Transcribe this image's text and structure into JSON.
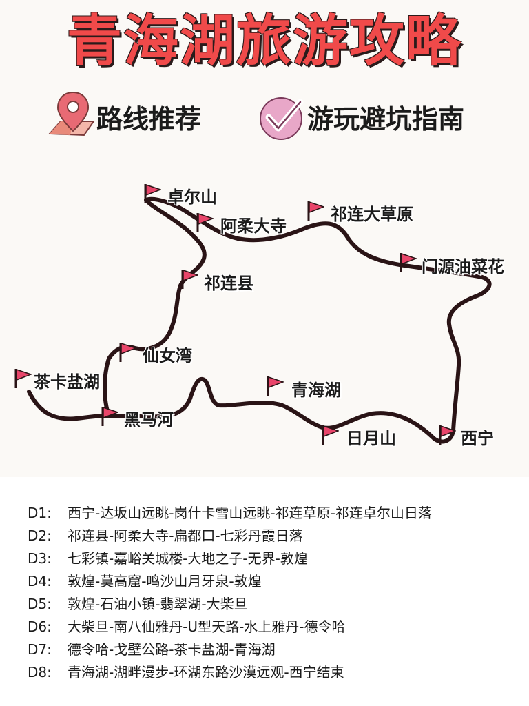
{
  "header": {
    "title": "青海湖旅游攻略",
    "subtitle_left": "路线推荐",
    "subtitle_right": "游玩避坑指南",
    "left_icon": "map-pin-icon",
    "right_icon": "checkmark-icon"
  },
  "colors": {
    "title_red": "#f04a4a",
    "flag_pink": "#e8456a",
    "route_dark": "#2a1416"
  },
  "map": {
    "flag_icon": "flag-icon",
    "places": [
      {
        "name": "卓尔山"
      },
      {
        "name": "阿柔大寺"
      },
      {
        "name": "祁连大草原"
      },
      {
        "name": "门源油菜花"
      },
      {
        "name": "祁连县"
      },
      {
        "name": "仙女湾"
      },
      {
        "name": "茶卡盐湖"
      },
      {
        "name": "黑马河"
      },
      {
        "name": "青海湖"
      },
      {
        "name": "日月山"
      },
      {
        "name": "西宁"
      }
    ]
  },
  "itinerary": [
    {
      "day": "D1:",
      "route": "西宁-达坂山远眺-岗什卡雪山远眺-祁连草原-祁连卓尔山日落"
    },
    {
      "day": "D2:",
      "route": "祁连县-阿柔大寺-扁都口-七彩丹霞日落"
    },
    {
      "day": "D3:",
      "route": "七彩镇-嘉峪关城楼-大地之子-无界-敦煌"
    },
    {
      "day": "D4:",
      "route": "敦煌-莫高窟-鸣沙山月牙泉-敦煌"
    },
    {
      "day": "D5:",
      "route": "敦煌-石油小镇-翡翠湖-大柴旦"
    },
    {
      "day": "D6:",
      "route": "大柴旦-南八仙雅丹-U型天路-水上雅丹-德令哈"
    },
    {
      "day": "D7:",
      "route": "德令哈-戈壁公路-茶卡盐湖-青海湖"
    },
    {
      "day": "D8:",
      "route": "青海湖-湖畔漫步-环湖东路沙漠远观-西宁结束"
    }
  ]
}
